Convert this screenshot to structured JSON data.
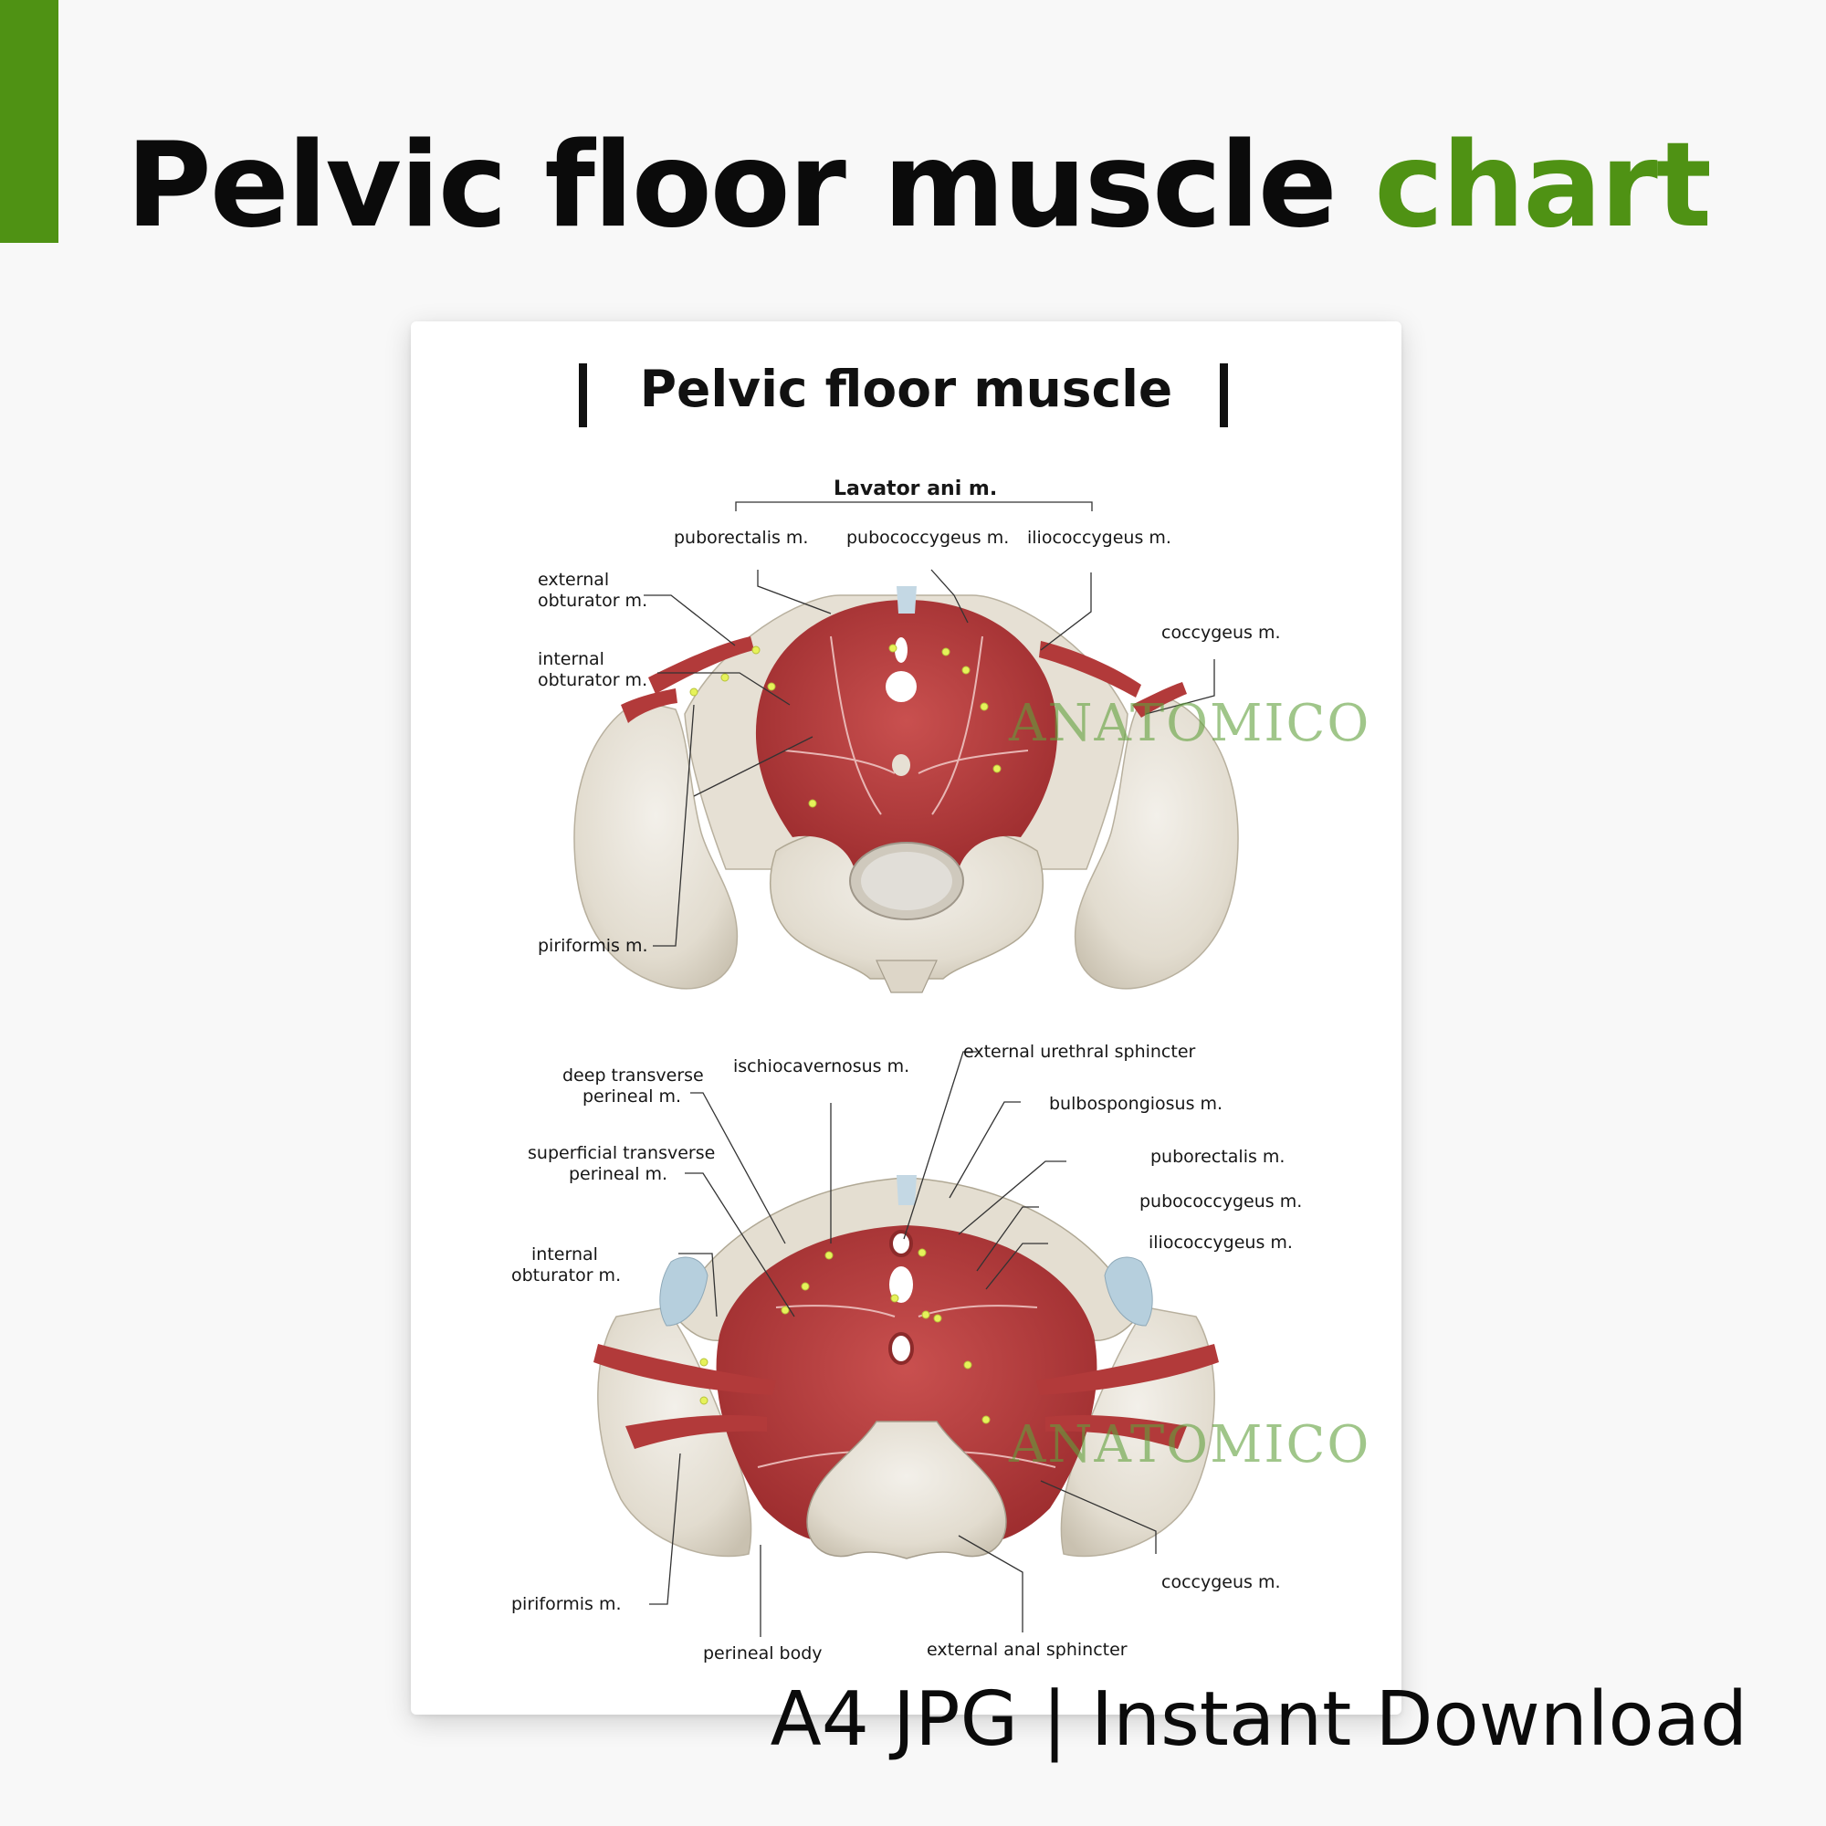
{
  "headline": {
    "main": "Pelvic floor muscle",
    "accent": "chart"
  },
  "poster": {
    "title": "Pelvic floor muscle",
    "top_figure": {
      "group_label": "Lavator ani m.",
      "labels": {
        "puborectalis": "puborectalis m.",
        "pubococcygeus": "pubococcygeus m.",
        "iliococcygeus": "iliococcygeus m.",
        "external_obturator_1": "external",
        "external_obturator_2": "obturator m.",
        "internal_obturator_1": "internal",
        "internal_obturator_2": "obturator m.",
        "coccygeus": "coccygeus m.",
        "piriformis": "piriformis m."
      }
    },
    "bottom_figure": {
      "labels": {
        "deep_transverse_1": "deep transverse",
        "deep_transverse_2": "perineal m.",
        "ischiocavernosus": "ischiocavernosus m.",
        "external_urethral": "external urethral sphincter",
        "bulbospongiosus": "bulbospongiosus m.",
        "superficial_transverse_1": "superficial transverse",
        "superficial_transverse_2": "perineal m.",
        "puborectalis": "puborectalis m.",
        "pubococcygeus": "pubococcygeus m.",
        "internal_obturator_1": "internal",
        "internal_obturator_2": "obturator m.",
        "iliococcygeus": "iliococcygeus m.",
        "piriformis": "piriformis m.",
        "coccygeus": "coccygeus m.",
        "perineal_body": "perineal body",
        "external_anal": "external anal sphincter"
      }
    },
    "watermark": "ANATOMICO"
  },
  "footer": "A4 JPG | Instant Download",
  "colors": {
    "accent_green": "#4f9214",
    "muscle_red": "#b8383a",
    "bone": "#e9e4da",
    "cartilage_blue": "#b6cfdd",
    "marker_yellow": "#e6f25a"
  }
}
